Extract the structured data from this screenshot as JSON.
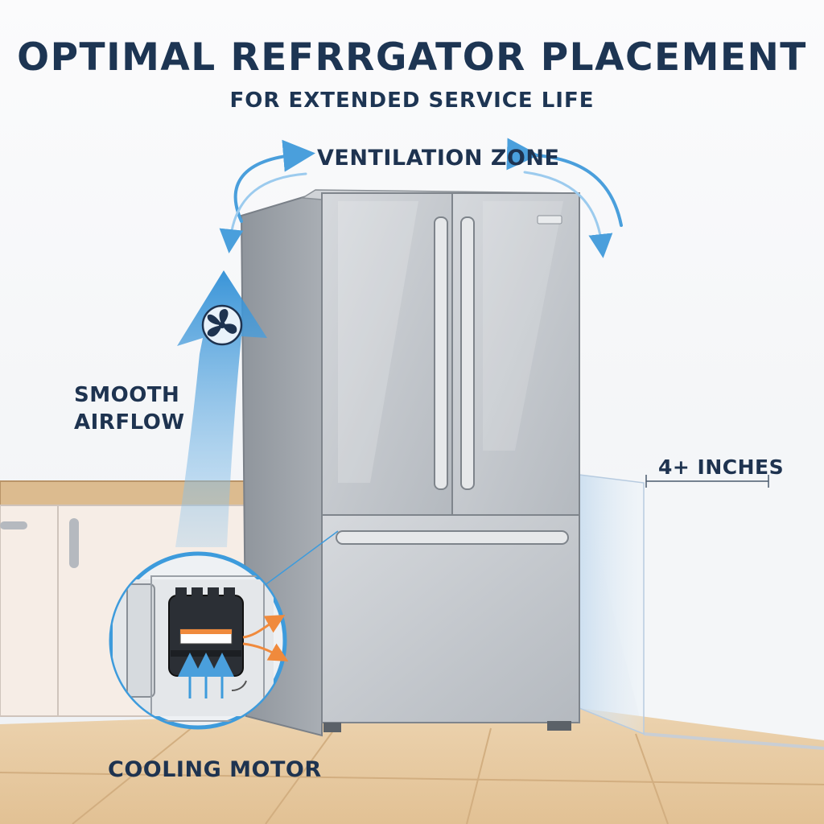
{
  "title": "OPTIMAL REFRRGATOR PLACEMENT",
  "subtitle": "FOR EXTENDED SERVICE LIFE",
  "labels": {
    "ventilation_zone": "VENTILATION ZONE",
    "airflow_line1": "SMOOTH",
    "airflow_line2": "AIRFLOW",
    "clearance": "4+ INCHES",
    "cooling_motor": "COOLING MOTOR"
  },
  "icons": [
    "fan-icon",
    "airflow-arrow",
    "heat-arrow",
    "cooling-motor-icon",
    "ventilation-arrow"
  ],
  "colors": {
    "text": "#1d3553",
    "airflow_blue": "#3d9bdc",
    "heat_orange": "#f08a3c",
    "steel": "#c4c8cd",
    "floor": "#e7cba4",
    "counter": "#d9b88e",
    "zone_tint": "#d4e6f3"
  }
}
